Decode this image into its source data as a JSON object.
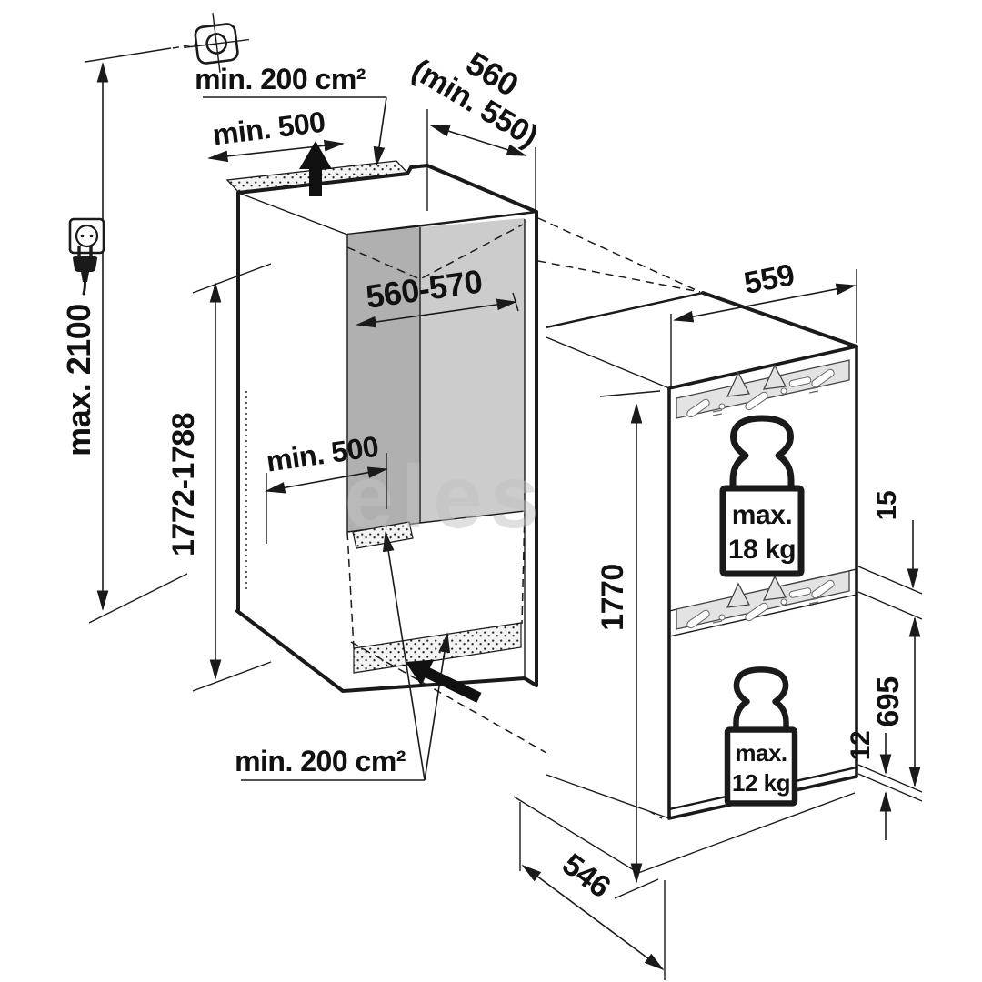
{
  "watermark": {
    "text": "elesen",
    "badge": "ele"
  },
  "colors": {
    "line": "#1a1a1a",
    "wall_dark": "#b0b0b0",
    "wall_light": "#cccccc",
    "vent_fill": "#f3f3f3",
    "bracket_fill": "#e3e3e3",
    "watermark": "#c2c2c2"
  },
  "niche": {
    "dim_max_height": "max. 2100",
    "dim_niche_height": "1772-1788",
    "dim_top_vent_area": "min. 200 cm²",
    "dim_top_vent_depth": "min. 500",
    "dim_niche_depth_line1": "560",
    "dim_niche_depth_line2": "(min. 550)",
    "dim_niche_width": "560-570",
    "dim_floor_vent_depth": "min. 500",
    "dim_bottom_vent_area": "min. 200 cm²"
  },
  "appliance": {
    "dim_width": "559",
    "dim_height": "1770",
    "dim_gap_top": "15",
    "dim_lower_door": "695",
    "dim_gap_bottom": "12",
    "dim_depth": "546",
    "upper_door_weight_line1": "max.",
    "upper_door_weight_line2": "18 kg",
    "lower_door_weight_line1": "max.",
    "lower_door_weight_line2": "12 kg"
  },
  "icons": {
    "screw": "fixing-screw-icon",
    "socket": "power-socket-icon",
    "plug": "power-plug-icon",
    "weight": "weight-icon",
    "airflow": "airflow-arrow-icon"
  }
}
